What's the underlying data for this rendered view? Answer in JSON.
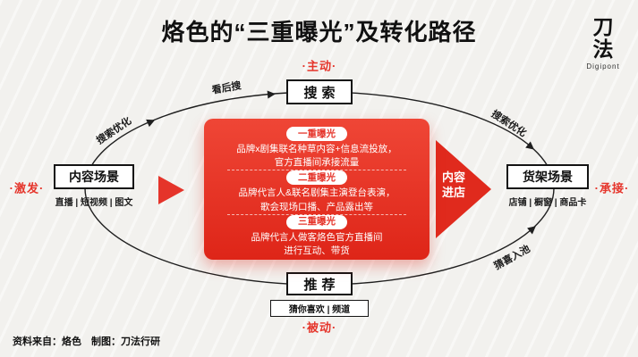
{
  "colors": {
    "red": "#e5342a",
    "ink": "#1a1a1a",
    "background": "#f2f1ee"
  },
  "title": "烙色的“三重曝光”及转化路径",
  "logo": {
    "char1": "刀",
    "char2": "法",
    "subtext": "Digipont"
  },
  "nodes": {
    "search": {
      "label": "搜索",
      "tag": "·主动·"
    },
    "content": {
      "label": "内容场景",
      "sub": "直播 | 短视频 | 图文",
      "tag": "·激发·"
    },
    "shelf": {
      "label": "货架场景",
      "sub": "店铺 | 橱窗 | 商品卡",
      "tag": "·承接·"
    },
    "recommend": {
      "label": "推荐",
      "sub": "猜你喜欢 | 频道",
      "tag": "·被动·"
    }
  },
  "edges": {
    "top_left": "看后搜",
    "left": "搜索优化",
    "right": "搜索优化",
    "bottom_right": "猜喜入池"
  },
  "center_box": {
    "sections": [
      {
        "pill": "一重曝光",
        "line1": "品牌x剧集联名种草内容+信息流投放，",
        "line2": "官方直播间承接流量"
      },
      {
        "pill": "二重曝光",
        "line1": "品牌代言人&联名剧集主演登台表演，",
        "line2": "歌会现场口播、产品露出等"
      },
      {
        "pill": "三重曝光",
        "line1": "品牌代言人做客烙色官方直播间",
        "line2": "进行互动、带货"
      }
    ]
  },
  "conversion_arrow": {
    "line1": "内容",
    "line2": "进店"
  },
  "footer": {
    "text": "资料来自：烙色　制图：刀法行研"
  }
}
